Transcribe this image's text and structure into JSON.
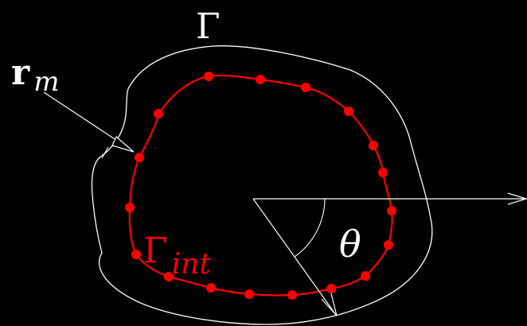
{
  "labels": {
    "outer_boundary": "Γ",
    "position_vector_main": "r",
    "position_vector_sub": "m",
    "interior_boundary_main": "Γ",
    "interior_boundary_sub": "int",
    "angle": "θ"
  },
  "colors": {
    "background": "#000000",
    "outer_curve": "#ffffff",
    "interior_curve": "#ff0000",
    "nodes": "#ff0000",
    "arrows": "#ffffff",
    "text": "#ffffff",
    "interior_label": "#ff0000"
  }
}
